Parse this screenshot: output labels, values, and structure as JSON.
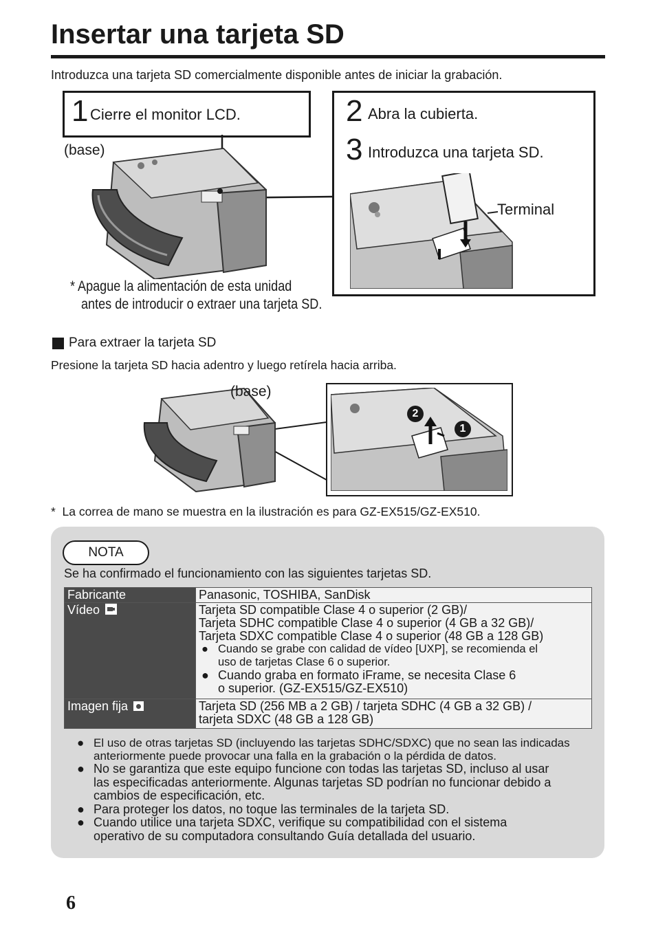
{
  "page": {
    "title": "Insertar una tarjeta SD",
    "intro": "Introduzca una tarjeta SD comercialmente disponible antes de iniciar la grabación.",
    "page_number": "6"
  },
  "steps": {
    "step1": {
      "num": "1",
      "text": "Cierre el monitor LCD."
    },
    "step2": {
      "num": "2",
      "text": "Abra la cubierta."
    },
    "step3": {
      "num": "3",
      "text": "Introduzca una tarjeta SD."
    },
    "base_label": "(base)",
    "terminal_label": "Terminal",
    "power_note_1": "* Apague la alimentación de esta unidad",
    "power_note_2": "antes de introducir o extraer una tarjeta SD."
  },
  "remove": {
    "heading": "Para extraer la tarjeta SD",
    "text": "Presione la tarjeta SD hacia adentro y luego retírela hacia arriba.",
    "base_label": "(base)",
    "badge1": "1",
    "badge2": "2"
  },
  "strap_note": "*  La correa de mano se muestra en la ilustración es para GZ-EX515/GZ-EX510.",
  "nota": {
    "label": "NOTA",
    "intro": "Se ha confirmado el funcionamiento con las siguientes tarjetas SD.",
    "table": {
      "row1_head": "Fabricante",
      "row1_val": "Panasonic, TOSHIBA, SanDisk",
      "row2_head": "Vídeo",
      "row2_line1": "Tarjeta SD compatible Clase 4 o superior (2 GB)/",
      "row2_line2": "Tarjeta SDHC compatible Clase 4 o superior (4 GB a 32 GB)/",
      "row2_line3": "Tarjeta SDXC compatible Clase 4 o superior (48 GB a 128 GB)",
      "row2_b1_line1": "Cuando se grabe con calidad de vídeo [UXP], se recomienda el",
      "row2_b1_line2": "uso de tarjetas Clase 6 o superior.",
      "row2_b2_line1": "Cuando graba en formato iFrame, se necesita Clase 6",
      "row2_b2_line2": "o superior. (GZ-EX515/GZ-EX510)",
      "row3_head": "Imagen fija",
      "row3_line1": "Tarjeta SD (256 MB a 2 GB) / tarjeta SDHC (4 GB a 32 GB) /",
      "row3_line2": "tarjeta SDXC (48 GB a 128 GB)"
    },
    "bullets": [
      {
        "l1": "El uso de otras tarjetas SD (incluyendo las tarjetas SDHC/SDXC) que no sean las indicadas",
        "l2": "anteriormente puede provocar una falla en la grabación o la pérdida de datos.",
        "l3": ""
      },
      {
        "l1": "No se garantiza que este equipo funcione con todas las tarjetas SD, incluso al usar",
        "l2": "las especificadas anteriormente. Algunas tarjetas SD podrían no funcionar debido a",
        "l3": "cambios de especificación, etc."
      },
      {
        "l1": "Para proteger los datos, no toque las terminales de la tarjeta SD.",
        "l2": "",
        "l3": ""
      },
      {
        "l1": "Cuando utilice una tarjeta SDXC, verifique su compatibilidad con el sistema",
        "l2": "operativo de su computadora consultando Guía detallada del usuario.",
        "l3": ""
      }
    ]
  }
}
